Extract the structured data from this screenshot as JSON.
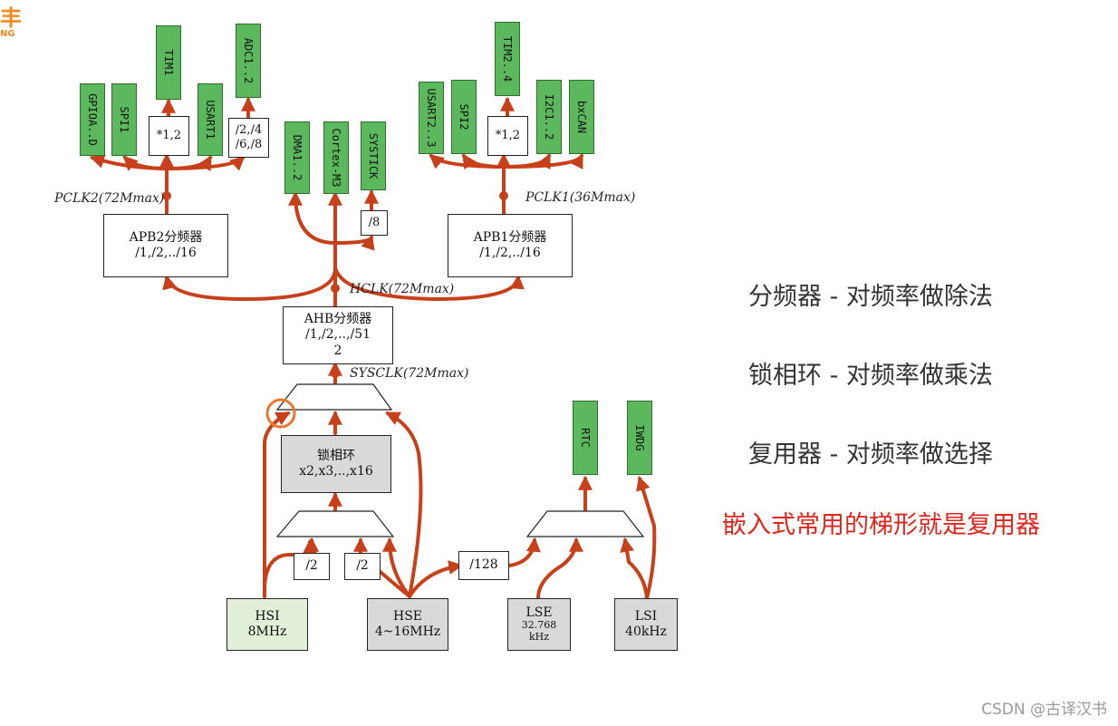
{
  "logo": {
    "glyph": "丰",
    "sub": "NG"
  },
  "clock_labels": {
    "pclk2": "PCLK2(72Mmax)",
    "pclk1": "PCLK1(36Mmax)",
    "hclk": "HCLK(72Mmax)",
    "sysclk": "SYSCLK(72Mmax)"
  },
  "apb2_peripherals": [
    "GPIOA..D",
    "SPI1",
    "TIM1",
    "USART1",
    "ADC1..2"
  ],
  "apb1_peripherals": [
    "USART2..3",
    "SPI2",
    "TIM2..4",
    "I2C1..2",
    "bxCAN"
  ],
  "ahb_peripherals": [
    "DMA1..2",
    "Cortex-M3",
    "SYSTICK"
  ],
  "rtc_peripherals": [
    "RTC",
    "IWDG"
  ],
  "multipliers": {
    "tim1": "*1,2",
    "tim2": "*1,2"
  },
  "adc_prescaler": {
    "line1": "/2,/4",
    "line2": "/6,/8"
  },
  "systick_div": "/8",
  "apb2": {
    "title": "APB2分频器",
    "values": "/1,/2,../16"
  },
  "apb1": {
    "title": "APB1分频器",
    "values": "/1,/2,../16"
  },
  "ahb": {
    "title": "AHB分频器",
    "values": "/1,/2,..,/51",
    "values2": "2"
  },
  "pll": {
    "title": "锁相环",
    "values": "x2,x3,..,x16"
  },
  "dividers": {
    "hsi_div": "/2",
    "hse_div": "/2",
    "hse_128": "/128"
  },
  "sources": {
    "hsi": {
      "name": "HSI",
      "freq": "8MHz"
    },
    "hse": {
      "name": "HSE",
      "freq": "4~16MHz"
    },
    "lse": {
      "name": "LSE",
      "freq": "32.768",
      "unit": "kHz"
    },
    "lsi": {
      "name": "LSI",
      "freq": "40kHz"
    }
  },
  "notes": [
    "分频器 - 对频率做除法",
    "锁相环 - 对频率做乘法",
    "复用器 - 对频率做选择",
    "嵌入式常用的梯形就是复用器"
  ],
  "watermark": "CSDN @古译汉书",
  "colors": {
    "arrow": "#c8401a",
    "peripheral_green": "#5cb85c",
    "hsi_fill": "#e2efd9",
    "gray_fill": "#d9d9d9",
    "highlight": "#e0251c",
    "circle": "#e8782c"
  }
}
